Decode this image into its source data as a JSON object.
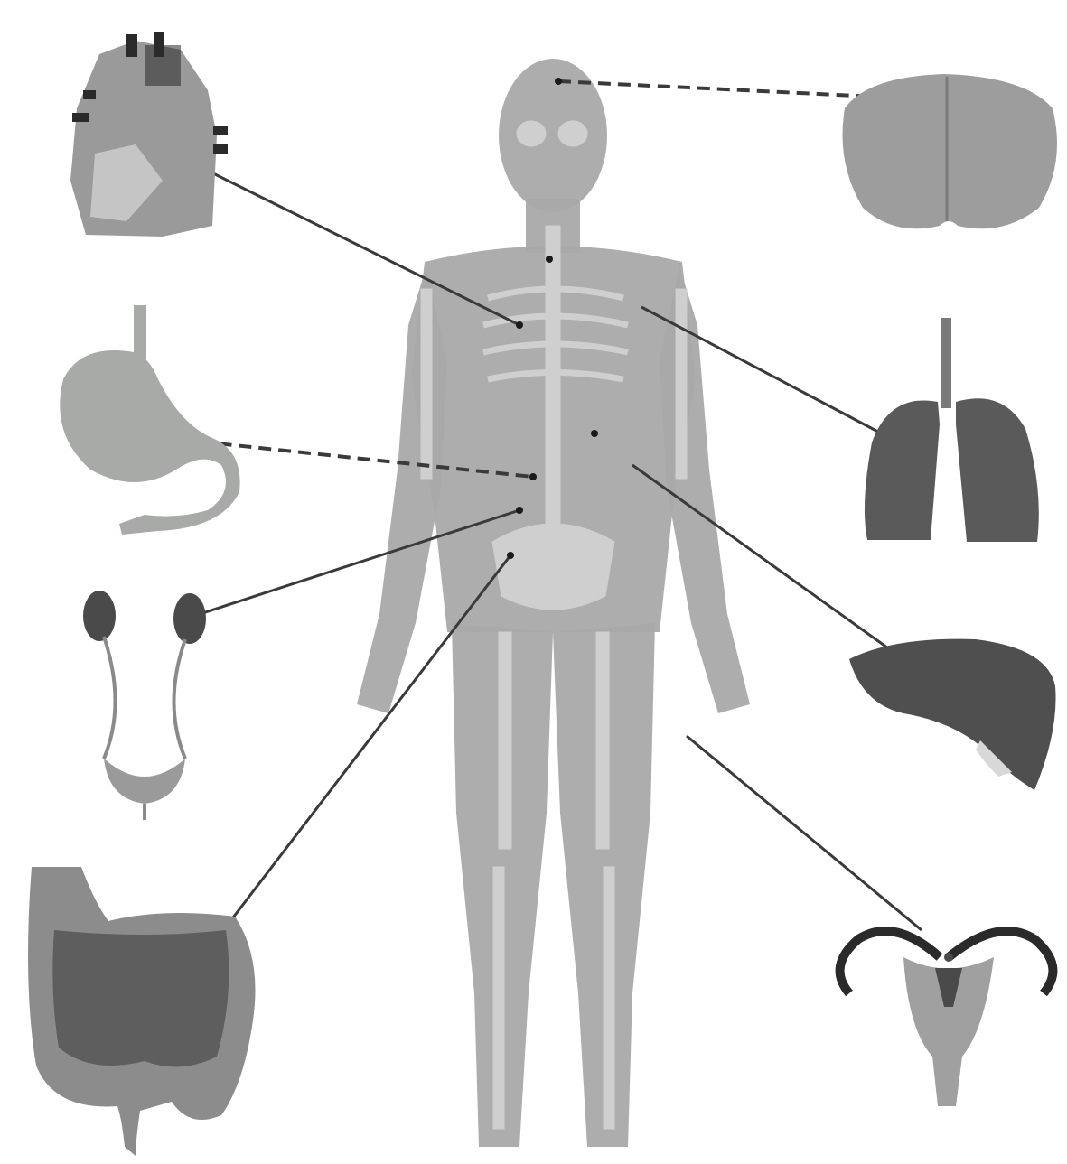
{
  "figure": {
    "kind": "anatomical-organ-map",
    "background_color": "#ffffff",
    "body_color": "#a9a9a9",
    "bone_highlight_color": "#cfcfcf",
    "leader_line_color": "#3a3a3a",
    "organs": [
      {
        "id": "heart",
        "side": "left",
        "fill": "#9a9a9a",
        "line_style": "solid"
      },
      {
        "id": "stomach",
        "side": "left",
        "fill": "#a7aaa6",
        "line_style": "dashed"
      },
      {
        "id": "kidneys-bladder",
        "side": "left",
        "fill": "#4a4a4a",
        "line_style": "solid"
      },
      {
        "id": "large-intestine",
        "side": "left",
        "fill": "#6b6b6b",
        "line_style": "solid"
      },
      {
        "id": "brain",
        "side": "right",
        "fill": "#9d9d9d",
        "line_style": "dashed"
      },
      {
        "id": "lungs",
        "side": "right",
        "fill": "#5a5a5a",
        "line_style": "solid"
      },
      {
        "id": "liver",
        "side": "right",
        "fill": "#4f4f4f",
        "line_style": "solid"
      },
      {
        "id": "uterus",
        "side": "right",
        "fill": "#6a6a6a",
        "line_style": "solid"
      }
    ]
  }
}
